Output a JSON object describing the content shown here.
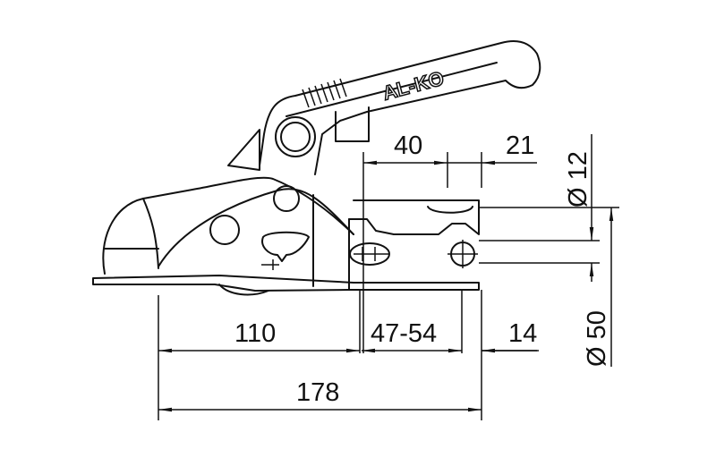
{
  "drawing": {
    "subject": "Trailer coupling side view",
    "brand_label": "AL-KO",
    "colors": {
      "line": "#111111",
      "background": "#ffffff"
    }
  },
  "dimensions": {
    "top": [
      {
        "id": "hole-spacing",
        "label": "40"
      },
      {
        "id": "front-offset",
        "label": "21"
      }
    ],
    "right": [
      {
        "id": "bolt-diameter",
        "label": "Ø 12"
      },
      {
        "id": "drawbar-diameter",
        "label": "Ø 50"
      }
    ],
    "bottom_row1": [
      {
        "id": "nose-length",
        "label": "110"
      },
      {
        "id": "flange-range",
        "label": "47-54"
      },
      {
        "id": "end-offset",
        "label": "14"
      }
    ],
    "bottom_row2": [
      {
        "id": "overall-length",
        "label": "178"
      }
    ]
  }
}
